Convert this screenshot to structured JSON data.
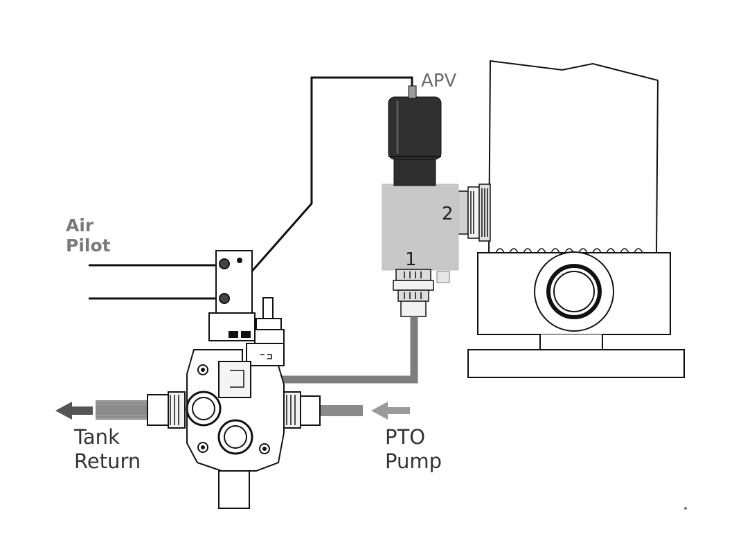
{
  "labels": {
    "air_pilot_line1": "Air",
    "air_pilot_line2": "Pilot",
    "apv": "APV",
    "port_1": "1",
    "port_2": "2",
    "tank_return_line1": "Tank",
    "tank_return_line2": "Return",
    "pto_pump_line1": "PTO",
    "pto_pump_line2": "Pump"
  },
  "colors": {
    "line": "#111111",
    "hose": "#7d7d7d",
    "valve_body": "#c8c8c8",
    "apv_cylinder": "#2e2e2e",
    "arrow_out": "#555555",
    "arrow_in": "#9a9a9a"
  }
}
